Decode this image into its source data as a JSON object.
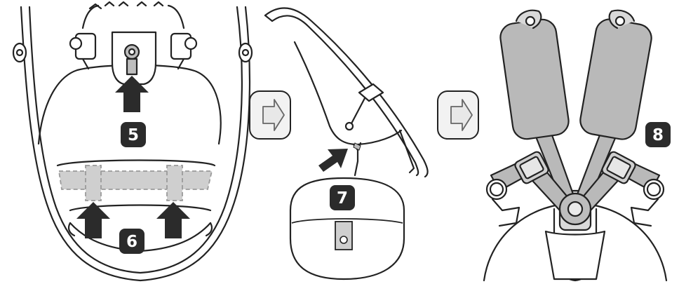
{
  "steps": {
    "step5": "5",
    "step6": "6",
    "step7": "7",
    "step8": "8"
  },
  "colors": {
    "line": "#222222",
    "badge": "#2b2b2b",
    "pad": "#b9b9b9",
    "pad_light": "#cfcfcf",
    "arrow_box": "#f2f2f2"
  },
  "icons": [
    "push-arrow-icon",
    "next-step-arrow-icon",
    "pivot-hinge-icon"
  ]
}
